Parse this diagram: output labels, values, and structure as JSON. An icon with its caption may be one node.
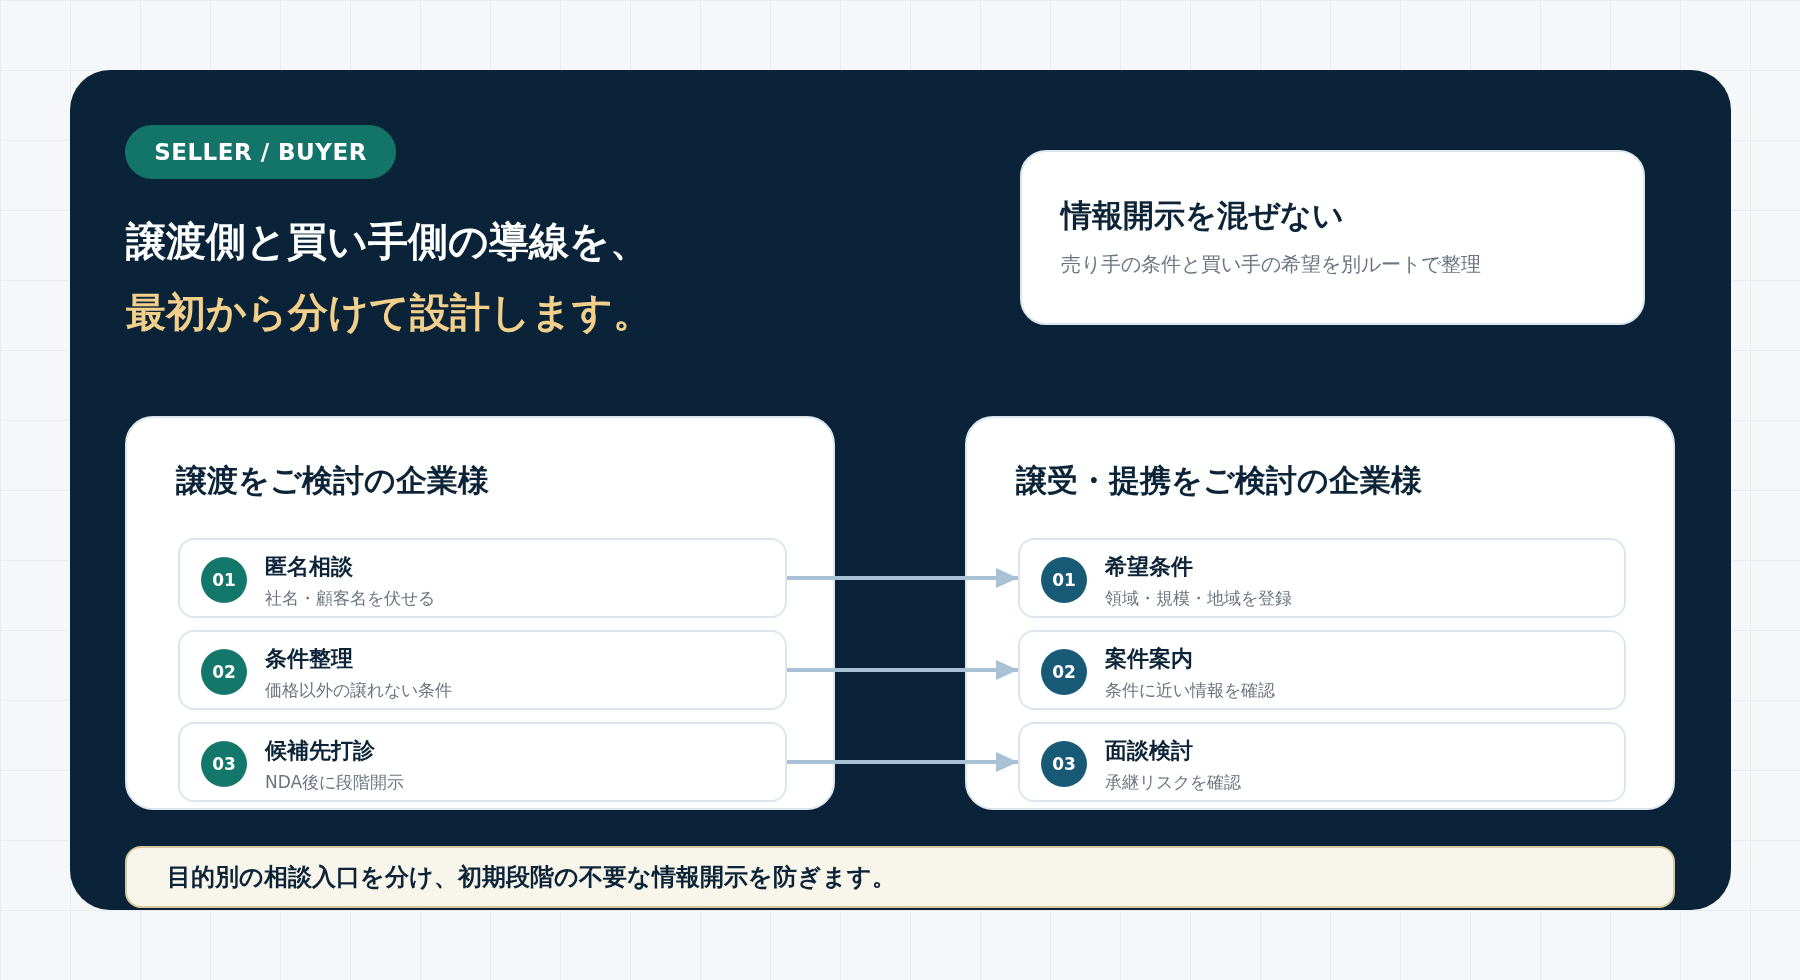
{
  "diagram": {
    "title": "譲渡側と買い手側の導線を、",
    "nodes": [
      {
        "text": [
          "SELLER / BUYER"
        ]
      },
      {
        "text": [
          "情報開示を混ぜない",
          "売り手の条件と買い手の希望を別ルートで整理"
        ]
      },
      {
        "text": [
          "譲渡をご検討の企業様"
        ]
      },
      {
        "text": [
          "匿名相談",
          "社名・顧客名を伏せる"
        ],
        "in": 2
      },
      {
        "text": [
          "01"
        ],
        "in": 3
      },
      {
        "text": [
          "条件整理",
          "価格以外の譲れない条件"
        ],
        "in": 2
      },
      {
        "text": [
          "02"
        ],
        "in": 5
      },
      {
        "text": [
          "候補先打診",
          "NDA後に段階開示"
        ],
        "in": 2
      },
      {
        "text": [
          "03"
        ],
        "in": 7
      },
      {
        "text": [
          "譲受・提携をご検討の企業様"
        ]
      },
      {
        "text": [
          "希望条件",
          "領域・規模・地域を登録"
        ],
        "in": 9
      },
      {
        "text": [
          "01"
        ],
        "in": 10
      },
      {
        "text": [
          "案件案内",
          "条件に近い情報を確認"
        ],
        "in": 9
      },
      {
        "text": [
          "02"
        ],
        "in": 12
      },
      {
        "text": [
          "面談検討",
          "承継リスクを確認"
        ],
        "in": 9
      },
      {
        "text": [
          "03"
        ],
        "in": 14
      },
      {
        "text": [
          "目的別の相談入口を分け、初期段階の不要な情報開示を防ぎます。"
        ]
      }
    ],
    "edges": [
      {
        "from": 3,
        "to": 10,
        "arrow": "to"
      },
      {
        "from": 5,
        "to": 12,
        "arrow": "to"
      },
      {
        "from": 7,
        "to": 14,
        "arrow": "to"
      }
    ],
    "labels": [
      "最初から分けて設計します。"
    ]
  }
}
